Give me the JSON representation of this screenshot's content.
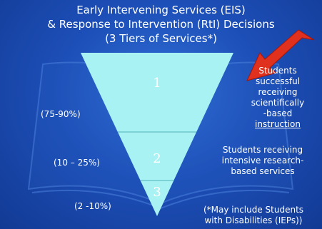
{
  "title": {
    "line1": "Early Intervening Services (EIS)",
    "line2": "& Response to Intervention (RtI) Decisions",
    "line3": "(3 Tiers of Services*)"
  },
  "tiers": [
    {
      "number": "1",
      "percent": "(75-90%)"
    },
    {
      "number": "2",
      "percent": "(10 – 25%)"
    },
    {
      "number": "3",
      "percent": "(2 -10%)"
    }
  ],
  "tier1_desc": {
    "line1": "Students",
    "line2": "successful",
    "line3": "receiving",
    "line4": "scientifically",
    "line5": "-based",
    "line6": "instruction"
  },
  "tier2_desc": {
    "line1": "Students receiving",
    "line2": "intensive research-",
    "line3": "based services"
  },
  "footnote": {
    "line1": "(*May include Students",
    "line2": "with Disabilities (IEPs))"
  },
  "colors": {
    "background": "#1d4fb8",
    "funnel": "#a8f2f4",
    "arrow": "#e0301e",
    "text": "#ffffff"
  }
}
